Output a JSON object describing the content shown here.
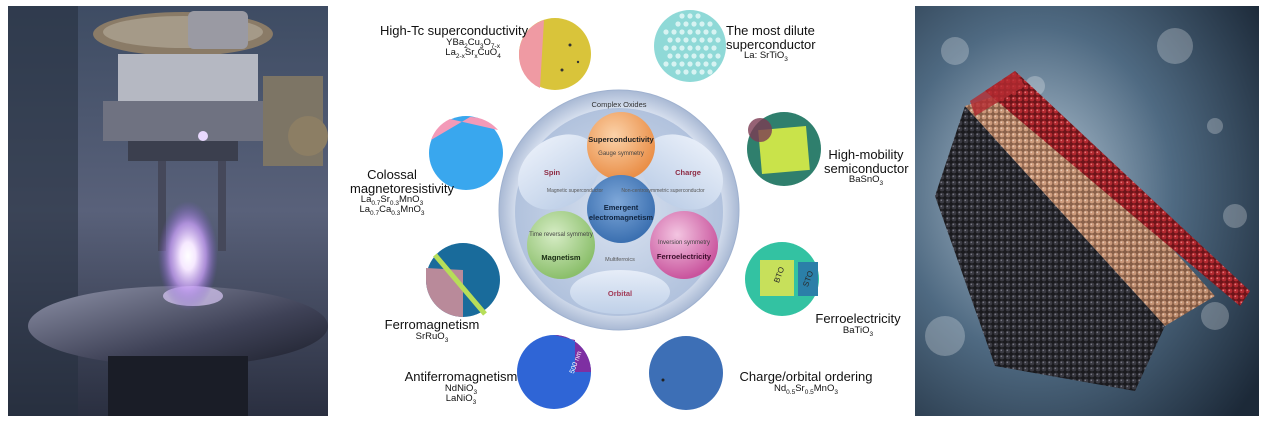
{
  "wheel": {
    "outer_label": "Complex Oxides",
    "center": {
      "line1": "Emergent",
      "line2": "electromagnetism"
    },
    "nodes": {
      "superconductivity": {
        "title": "Superconductivity",
        "sub": "Gauge symmetry"
      },
      "magnetism": {
        "title": "Magnetism",
        "sub": "Time reversal symmetry"
      },
      "ferroelectricity": {
        "title": "Ferroelectricity",
        "sub": "Inversion symmetry"
      }
    },
    "lobes": {
      "spin": "Spin",
      "charge": "Charge",
      "orbital": "Orbital"
    },
    "overlaps": {
      "magnetic_sc": "Magnetic superconductor",
      "noncentro_sc": "Non-centrosymmetric superconductor",
      "multiferroics": "Multiferroics"
    }
  },
  "materials": {
    "high_tc": {
      "title": "High-Tc superconductivity",
      "formula1": "YBa2Cu3O7-x",
      "formula2": "La2-xSrxCuO4"
    },
    "dilute": {
      "title_line1": "The most dilute",
      "title_line2": "superconductor",
      "formula": "La: SrTiO3"
    },
    "cmr": {
      "title_line1": "Colossal",
      "title_line2": "magnetoresistivity",
      "formula1": "La0.7Sr0.3MnO3",
      "formula2": "La0.7Ca0.3MnO3"
    },
    "hmsc": {
      "title_line1": "High-mobility",
      "title_line2": "semiconductor",
      "formula": "BaSnO3"
    },
    "ferromag": {
      "title": "Ferromagnetism",
      "formula": "SrRuO3"
    },
    "ferroel": {
      "title": "Ferroelectricity",
      "formula": "BaTiO3",
      "inset_label1": "BTO",
      "inset_label2": "STO"
    },
    "afm": {
      "title": "Antiferromagnetism",
      "formula1": "NdNiO3",
      "formula2": "LaNiO3",
      "inset_label": "500 nm"
    },
    "co_order": {
      "title": "Charge/orbital ordering",
      "formula": "Nd0.5Sr0.5MnO3"
    }
  },
  "colors": {
    "wheel_outer": "#d6dfee",
    "wheel_inner": "#bccbe3",
    "superconductivity": "#f2a86b",
    "magnetism": "#a8d08d",
    "ferroelectricity": "#d577b1",
    "center": "#4f86c6",
    "spin_charge_text": "#8e2c45",
    "orbital_text": "#a13a57"
  }
}
